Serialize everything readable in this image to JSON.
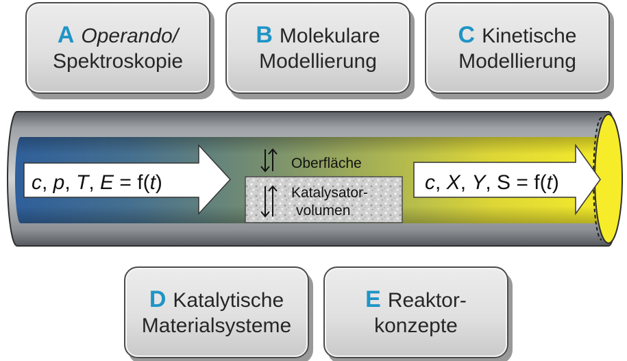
{
  "boxes": [
    {
      "id": "A",
      "line1": "Operando/",
      "line2": "Spektroskopie"
    },
    {
      "id": "B",
      "line1": "Molekulare",
      "line2": "Modellierung"
    },
    {
      "id": "C",
      "line1": "Kinetische",
      "line2": "Modellierung"
    },
    {
      "id": "D",
      "line1": "Katalytische",
      "line2": "Materialsysteme"
    },
    {
      "id": "E",
      "line1": "Reaktor-",
      "line2": "konzepte"
    }
  ],
  "tube": {
    "inlet": {
      "c": "c",
      "p": "p",
      "T": "T",
      "E": "E",
      "eq": " = f(",
      "t": "t",
      "close": ")"
    },
    "outlet": {
      "c": "c",
      "X": "X",
      "Y": "Y",
      "S": "S",
      "eq": " = f(",
      "t": "t",
      "close": ")"
    },
    "surface_label": "Oberfläche",
    "volume_label_1": "Katalysator-",
    "volume_label_2": "volumen"
  },
  "colors": {
    "letters": "#1e94c6",
    "tube_start": "#2f5f9a",
    "tube_mid": "#7d9a6a",
    "tube_end": "#f2e82a",
    "box_border": "#4a4a4a"
  }
}
